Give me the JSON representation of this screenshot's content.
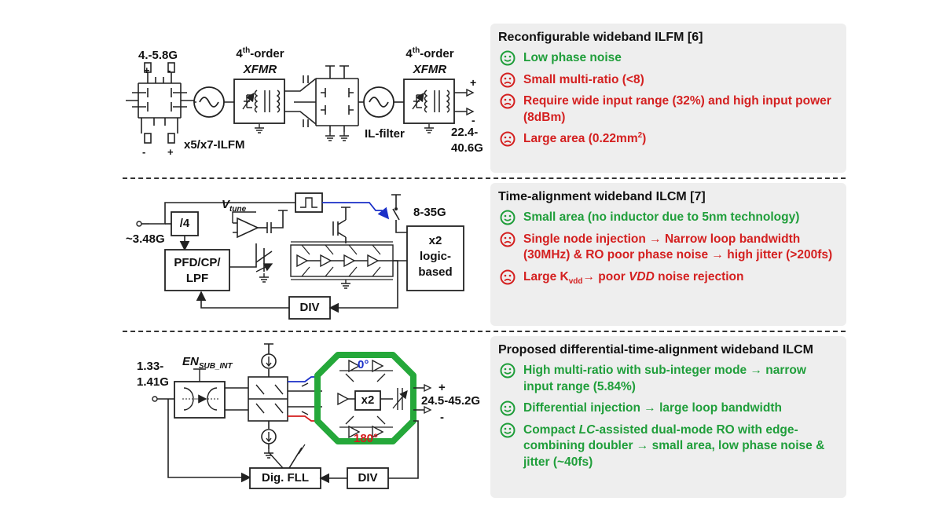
{
  "section1": {
    "schematic": {
      "input_label": "4.-5.8G",
      "xfmr1_order": "4",
      "xfmr1_sup": "th",
      "xfmr1_order_suffix": "-order",
      "xfmr1_name": "XFMR",
      "ilfm_label": "x5/x7-ILFM",
      "xfmr2_order": "4",
      "xfmr2_sup": "th",
      "xfmr2_order_suffix": "-order",
      "xfmr2_name": "XFMR",
      "il_filter_label": "IL-filter",
      "output_label_1": "22.4-",
      "output_label_2": "40.6G"
    },
    "panel": {
      "title": "Reconfigurable wideband ILFM [6]",
      "items": [
        {
          "type": "pro",
          "icon": "smiley-icon",
          "text": "Low phase noise"
        },
        {
          "type": "con",
          "icon": "frown-icon",
          "text": "Small multi-ratio (<8)"
        },
        {
          "type": "con",
          "icon": "frown-icon",
          "text": "Require wide input range (32%) and high input power (8dBm)"
        },
        {
          "type": "con",
          "icon": "frown-icon",
          "text_main": "Large area (0.22mm",
          "text_sup": "2",
          "text_end": ")"
        }
      ]
    }
  },
  "section2": {
    "schematic": {
      "input_label": "~3.48G",
      "div4_label": "/4",
      "vtune_label": "V",
      "vtune_sub": "tune",
      "pfd_label_1": "PFD/CP/",
      "pfd_label_2": "LPF",
      "div_label": "DIV",
      "output_label": "8-35G",
      "x2_label_1": "x2",
      "x2_label_2": "logic-",
      "x2_label_3": "based"
    },
    "panel": {
      "title": "Time-alignment wideband ILCM [7]",
      "items": [
        {
          "type": "pro",
          "icon": "smiley-icon",
          "text": "Small area (no inductor due to 5nm technology)"
        },
        {
          "type": "con",
          "icon": "frown-icon",
          "text": "Single node injection → Narrow loop bandwidth (30MHz) & RO poor phase noise → high jitter (>200fs)"
        },
        {
          "type": "con",
          "icon": "frown-icon",
          "text_a": "Large K",
          "text_sub": "vdd",
          "text_b": "→ poor ",
          "text_it": "VDD",
          "text_c": " noise rejection"
        }
      ]
    }
  },
  "section3": {
    "schematic": {
      "input_label_1": "1.33-",
      "input_label_2": "1.41G",
      "en_label": "EN",
      "en_sub": "SUB_INT",
      "phase0_label": "0°",
      "phase180_label": "180°",
      "x2_label": "x2",
      "output_label": "24.5-45.2G",
      "fll_label": "Dig. FLL",
      "div_label": "DIV"
    },
    "panel": {
      "title": "Proposed differential-time-alignment wideband ILCM",
      "items": [
        {
          "type": "pro",
          "icon": "smiley-icon",
          "text": "High multi-ratio with sub-integer mode → narrow input range (5.84%)"
        },
        {
          "type": "pro",
          "icon": "smiley-icon",
          "text": "Differential injection → large loop bandwidth"
        },
        {
          "type": "pro",
          "icon": "smiley-icon",
          "text_a": "Compact ",
          "text_it": "LC",
          "text_b": "-assisted dual-mode RO with edge-combining doubler → small area, low phase noise & jitter (~40fs)"
        }
      ]
    }
  },
  "colors": {
    "pro_green": "#1f9e3a",
    "con_red": "#d42020",
    "panel_bg": "#eeeeee",
    "ring_green": "#25a83a",
    "wire_blue": "#1a2fc8",
    "wire_red": "#d41c1c"
  }
}
